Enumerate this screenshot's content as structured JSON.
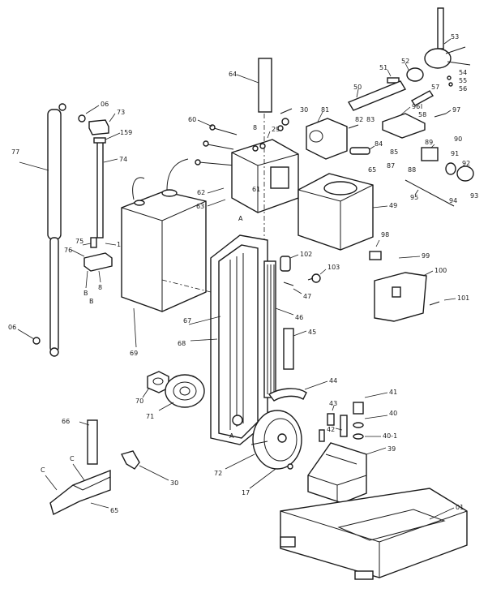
{
  "diagram": {
    "parts": [
      {
        "id": "77"
      },
      {
        "id": "06"
      },
      {
        "id": "73"
      },
      {
        "id": "159"
      },
      {
        "id": "74"
      },
      {
        "id": "75"
      },
      {
        "id": "76"
      },
      {
        "id": "150"
      },
      {
        "id": "8"
      },
      {
        "id": "06b"
      },
      {
        "id": "60"
      },
      {
        "id": "64"
      },
      {
        "id": "30"
      },
      {
        "id": "29"
      },
      {
        "id": "61"
      },
      {
        "id": "62"
      },
      {
        "id": "63"
      },
      {
        "id": "69"
      },
      {
        "id": "53"
      },
      {
        "id": "52"
      },
      {
        "id": "51"
      },
      {
        "id": "50"
      },
      {
        "id": "81"
      },
      {
        "id": "82"
      },
      {
        "id": "83"
      },
      {
        "id": "96"
      },
      {
        "id": "97"
      },
      {
        "id": "58"
      },
      {
        "id": "57"
      },
      {
        "id": "54"
      },
      {
        "id": "55"
      },
      {
        "id": "56"
      },
      {
        "id": "84"
      },
      {
        "id": "85"
      },
      {
        "id": "87"
      },
      {
        "id": "88"
      },
      {
        "id": "89"
      },
      {
        "id": "90"
      },
      {
        "id": "91"
      },
      {
        "id": "92"
      },
      {
        "id": "93"
      },
      {
        "id": "94"
      },
      {
        "id": "95"
      },
      {
        "id": "49"
      },
      {
        "id": "98"
      },
      {
        "id": "99"
      },
      {
        "id": "100"
      },
      {
        "id": "101"
      },
      {
        "id": "102"
      },
      {
        "id": "103"
      },
      {
        "id": "47"
      },
      {
        "id": "46"
      },
      {
        "id": "45"
      },
      {
        "id": "67"
      },
      {
        "id": "68"
      },
      {
        "id": "44"
      },
      {
        "id": "41"
      },
      {
        "id": "40"
      },
      {
        "id": "40-1"
      },
      {
        "id": "43"
      },
      {
        "id": "42"
      },
      {
        "id": "39"
      },
      {
        "id": "70"
      },
      {
        "id": "71"
      },
      {
        "id": "72"
      },
      {
        "id": "17"
      },
      {
        "id": "01"
      },
      {
        "id": "66"
      },
      {
        "id": "65"
      },
      {
        "id": "C"
      },
      {
        "id": "C2"
      },
      {
        "id": "30b"
      },
      {
        "id": "A"
      },
      {
        "id": "B"
      }
    ],
    "labels": {
      "p77": "77",
      "p06a": "06",
      "p73": "73",
      "p159": "159",
      "p74": "74",
      "p75": "75",
      "p76": "76",
      "p150": "150",
      "p8": "8",
      "pB": "B",
      "p06b": "06",
      "p60": "60",
      "p64": "64",
      "p30a": "30",
      "p29": "29",
      "p8b": "8",
      "p61": "61",
      "p62": "62",
      "p63": "63",
      "p69": "69",
      "p53": "53",
      "p52": "52",
      "p51": "51",
      "p50": "50",
      "p81": "81",
      "p82": "82",
      "p83": "83",
      "p96": "96",
      "p97": "97",
      "p58": "58",
      "p57": "57",
      "p54": "54",
      "p55": "55",
      "p56": "56",
      "p84": "84",
      "p85": "85",
      "p87": "87",
      "p88": "88",
      "p89": "89",
      "p90": "90",
      "p91": "91",
      "p92": "92",
      "p93": "93",
      "p94": "94",
      "p95": "95",
      "p49": "49",
      "p98": "98",
      "p99": "99",
      "p100": "100",
      "p101": "101",
      "p102": "102",
      "p103": "103",
      "p47": "47",
      "p46": "46",
      "p45": "45",
      "p67": "67",
      "p68": "68",
      "p44": "44",
      "p41": "41",
      "p40": "40",
      "p40_1": "40-1",
      "p43": "43",
      "p42": "42",
      "p39": "39",
      "p70": "70",
      "p71": "71",
      "p72": "72",
      "p17": "17",
      "p01": "01",
      "p66": "66",
      "p65": "65",
      "pC1": "C",
      "pC2": "C",
      "p30b": "30",
      "pA": "A",
      "pA2": "A",
      "pB2": "B"
    }
  }
}
